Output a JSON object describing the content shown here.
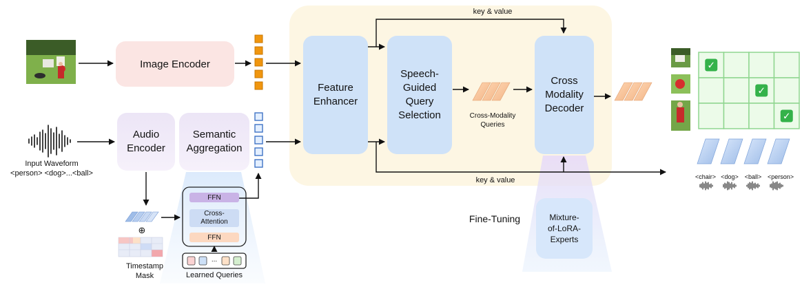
{
  "boxes": {
    "image_encoder": "Image Encoder",
    "audio_encoder": "Audio\nEncoder",
    "semantic_aggregation": "Semantic\nAggregation",
    "feature_enhancer": "Feature\nEnhancer",
    "speech_guided_query_selection": "Speech-\nGuided\nQuery\nSelection",
    "cross_modality_decoder": "Cross\nModality\nDecoder",
    "mixture_of_lora_experts": "Mixture-\nof-LoRA-\nExperts"
  },
  "aggregation_block": {
    "ffn_top": "FFN",
    "cross_attention": "Cross-\nAttention",
    "ffn_bottom": "FFN",
    "learned_queries": "Learned Queries",
    "queries_ellipsis": "..."
  },
  "labels": {
    "input_waveform": "Input Waveform",
    "input_tokens": "<person> <dog>...<ball>",
    "timestamp_mask": "Timestamp\nMask",
    "oplus": "⊕",
    "cross_modality_queries": "Cross-Modality\nQueries",
    "key_value_top": "key & value",
    "key_value_bottom": "key & value",
    "fine_tuning": "Fine-Tuning"
  },
  "output_tokens": [
    "<chair>",
    "<dog>",
    "<ball>",
    "<person>"
  ],
  "match_grid": {
    "rows": 3,
    "cols": 4,
    "checked": [
      [
        0,
        0
      ],
      [
        1,
        2
      ],
      [
        2,
        3
      ]
    ],
    "check_icon": "✓"
  },
  "colors": {
    "image_encoder": "#fbe5e3",
    "audio_block": "#ece5f6",
    "enhancer_blocks": "#cfe2f8",
    "fine_tune_region": "#fdf6e3",
    "image_tokens": "#f0960f",
    "semantic_tokens": "#3f73c4",
    "grid": "#8fd68f",
    "check": "#34b24a"
  },
  "icons": {
    "photo": "photo-thumbnail-icon",
    "waveform": "audio-waveform-icon",
    "check": "check-box-icon"
  }
}
